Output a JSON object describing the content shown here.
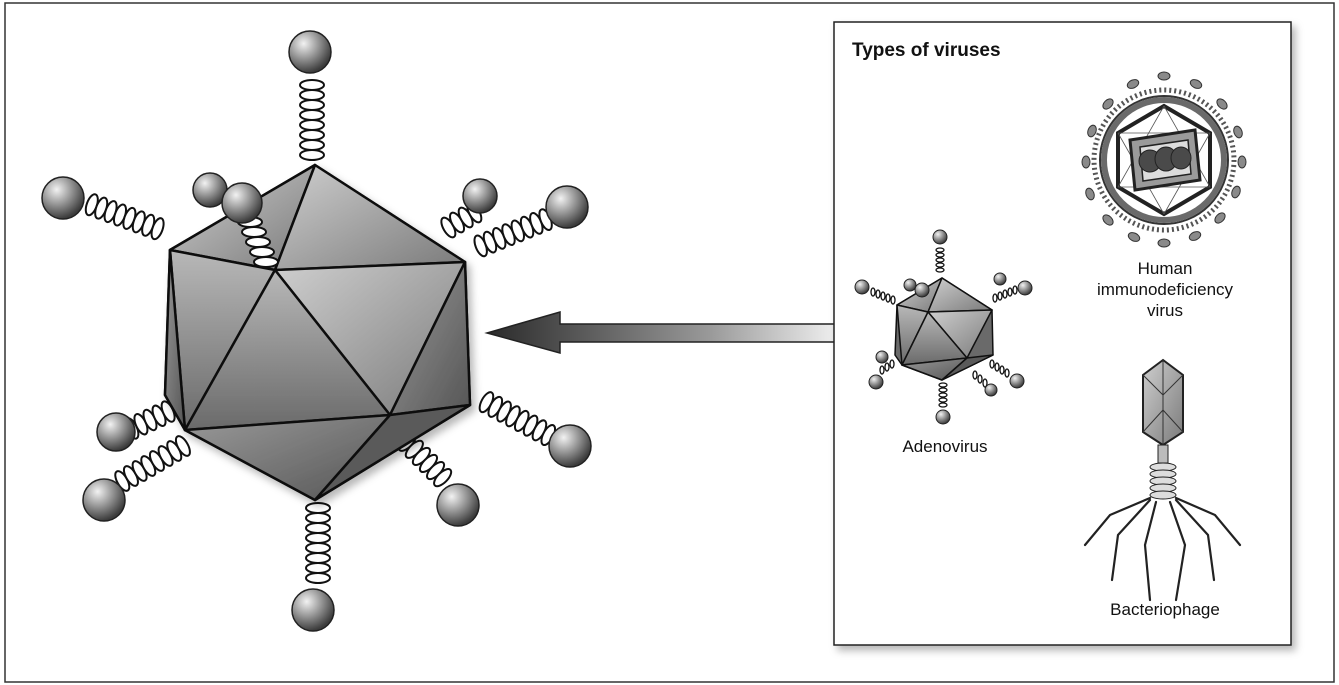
{
  "panel": {
    "title": "Types of viruses",
    "labels": {
      "adenovirus": "Adenovirus",
      "hiv_line1": "Human",
      "hiv_line2": "immunodeficiency",
      "hiv_line3": "virus",
      "bacteriophage": "Bacteriophage"
    }
  },
  "colors": {
    "capsid_dark": "#4a4a4a",
    "capsid_mid": "#8a8a8a",
    "capsid_light": "#d8d8d8",
    "outline": "#111111",
    "panel_border": "#222222",
    "arrow_dark": "#333333"
  }
}
